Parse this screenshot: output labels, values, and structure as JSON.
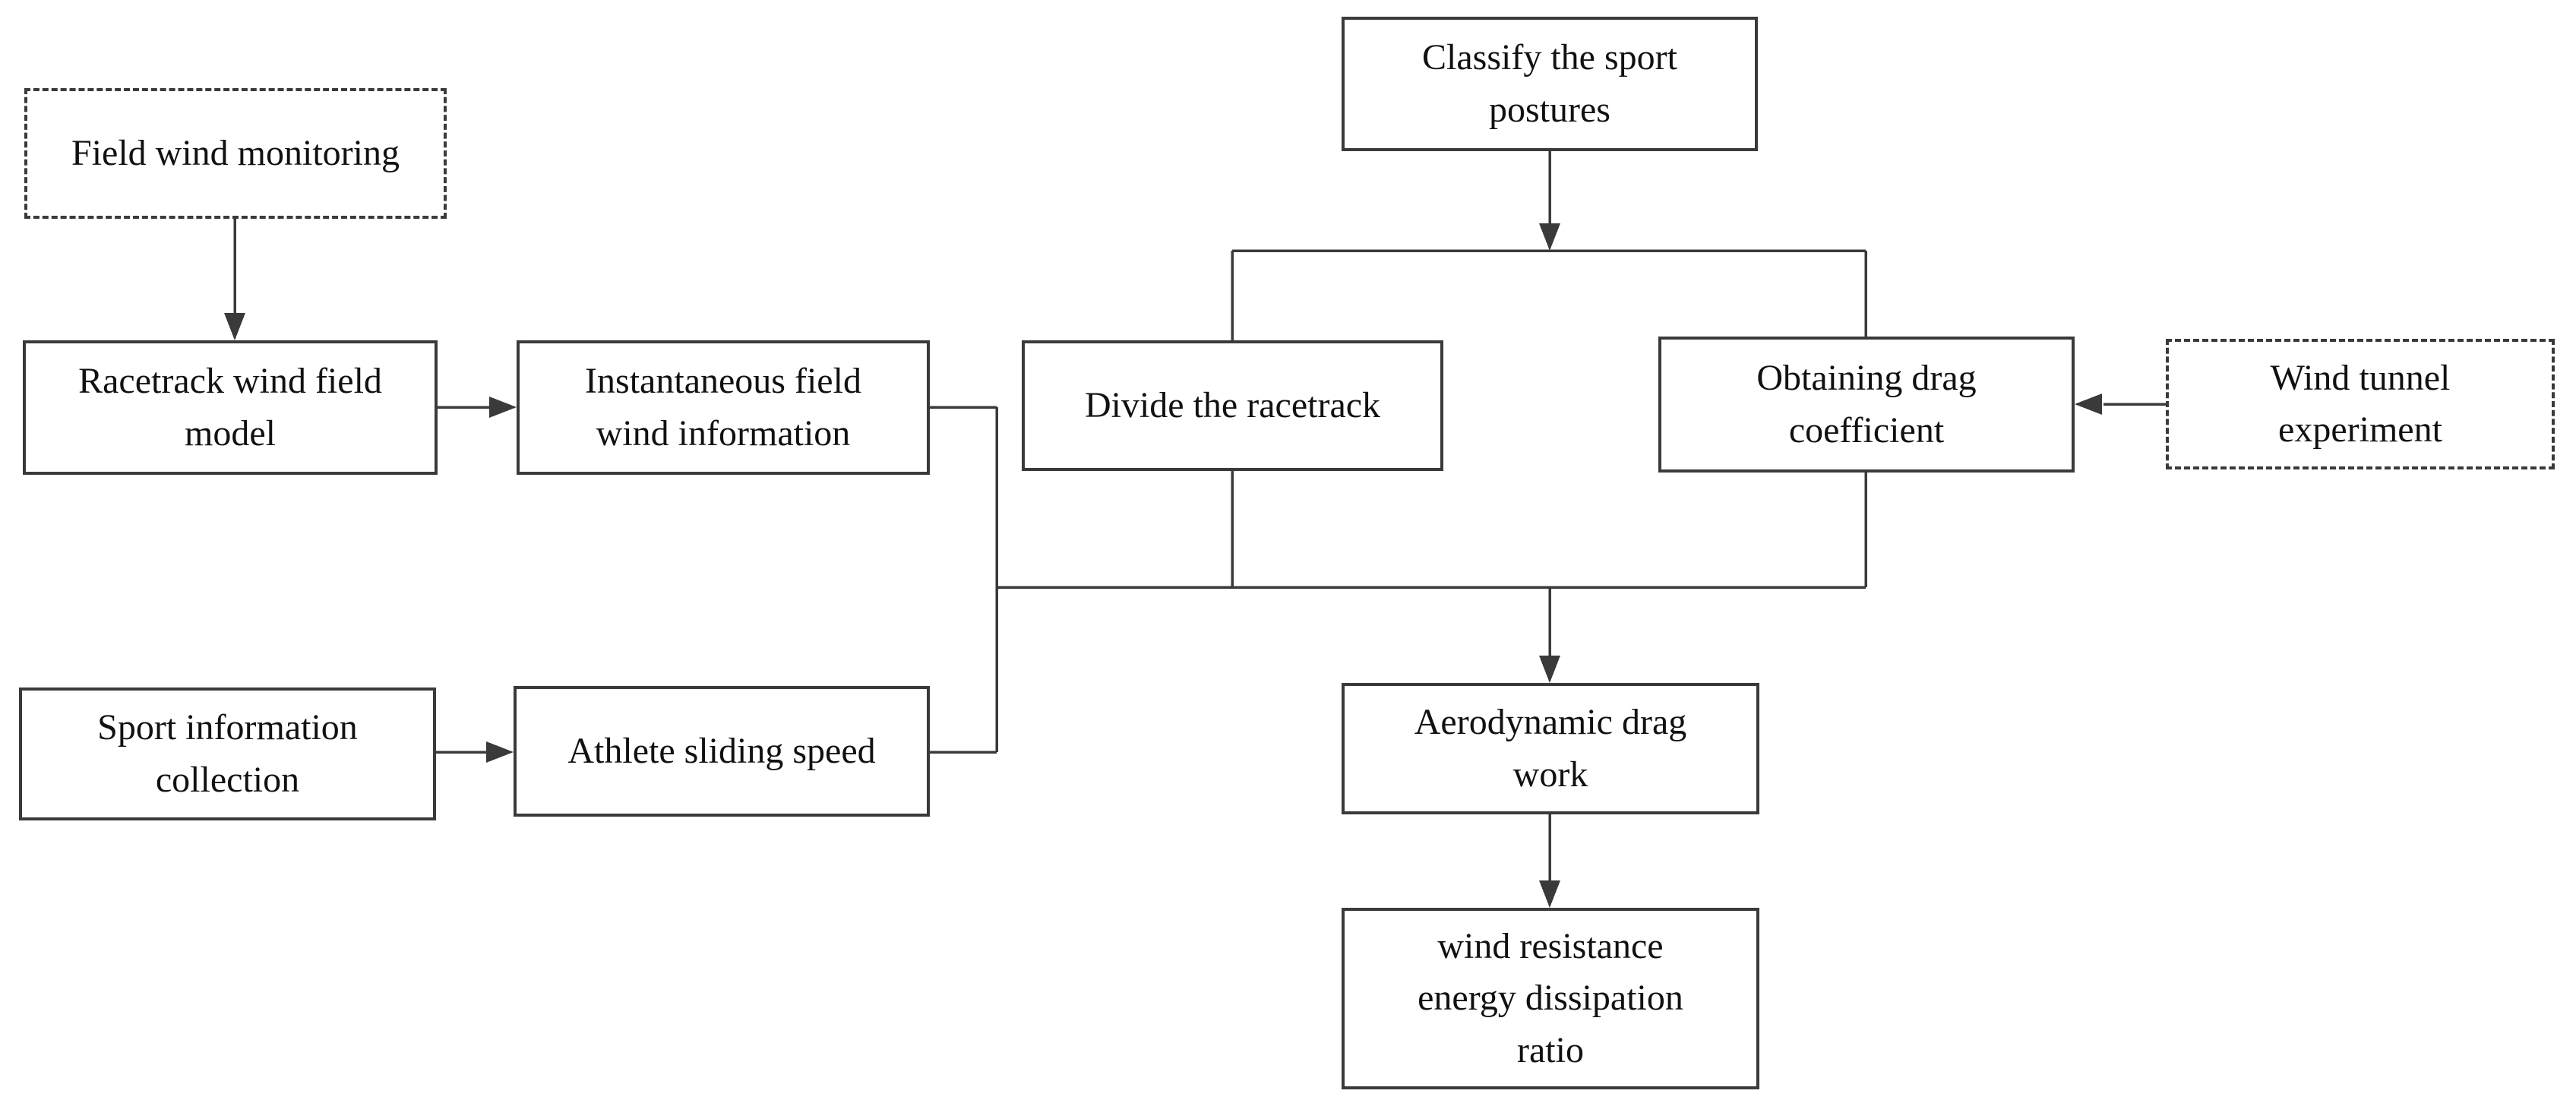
{
  "diagram": {
    "type": "flowchart",
    "background_color": "#ffffff",
    "line_color": "#3a3a3a",
    "text_color": "#111111",
    "nodes": [
      {
        "id": "field-wind-monitoring",
        "label": "Field wind monitoring",
        "border": "dashed"
      },
      {
        "id": "racetrack-wind-field-model",
        "label": "Racetrack wind field\nmodel",
        "border": "solid"
      },
      {
        "id": "instantaneous-field-wind-information",
        "label": "Instantaneous field\nwind information",
        "border": "solid"
      },
      {
        "id": "sport-information-collection",
        "label": "Sport information\ncollection",
        "border": "solid"
      },
      {
        "id": "athlete-sliding-speed",
        "label": "Athlete sliding speed",
        "border": "solid"
      },
      {
        "id": "classify-the-sport-postures",
        "label": "Classify the sport\npostures",
        "border": "solid"
      },
      {
        "id": "divide-the-racetrack",
        "label": "Divide the racetrack",
        "border": "solid"
      },
      {
        "id": "obtaining-drag-coefficient",
        "label": "Obtaining drag\ncoefficient",
        "border": "solid"
      },
      {
        "id": "wind-tunnel-experiment",
        "label": "Wind tunnel\nexperiment",
        "border": "dashed"
      },
      {
        "id": "aerodynamic-drag-work",
        "label": "Aerodynamic drag\nwork",
        "border": "solid"
      },
      {
        "id": "wind-resistance-energy-dissipation-ratio",
        "label": "wind resistance\nenergy dissipation\nratio",
        "border": "solid"
      }
    ],
    "edges": [
      {
        "from": "field-wind-monitoring",
        "to": "racetrack-wind-field-model",
        "arrow": true
      },
      {
        "from": "racetrack-wind-field-model",
        "to": "instantaneous-field-wind-information",
        "arrow": true
      },
      {
        "from": "sport-information-collection",
        "to": "athlete-sliding-speed",
        "arrow": true
      },
      {
        "from": "instantaneous-field-wind-information",
        "to": "bottom-junction-line",
        "arrow": false
      },
      {
        "from": "athlete-sliding-speed",
        "to": "bottom-junction-line",
        "arrow": false
      },
      {
        "from": "classify-the-sport-postures",
        "to": "top-split-line",
        "arrow": true
      },
      {
        "from": "top-split-line",
        "to": "divide-the-racetrack",
        "arrow": false
      },
      {
        "from": "top-split-line",
        "to": "obtaining-drag-coefficient",
        "arrow": false
      },
      {
        "from": "wind-tunnel-experiment",
        "to": "obtaining-drag-coefficient",
        "arrow": true
      },
      {
        "from": "divide-the-racetrack",
        "to": "bottom-junction-line",
        "arrow": false
      },
      {
        "from": "obtaining-drag-coefficient",
        "to": "bottom-junction-line",
        "arrow": false
      },
      {
        "from": "bottom-junction-line",
        "to": "aerodynamic-drag-work",
        "arrow": true
      },
      {
        "from": "aerodynamic-drag-work",
        "to": "wind-resistance-energy-dissipation-ratio",
        "arrow": true
      }
    ]
  }
}
